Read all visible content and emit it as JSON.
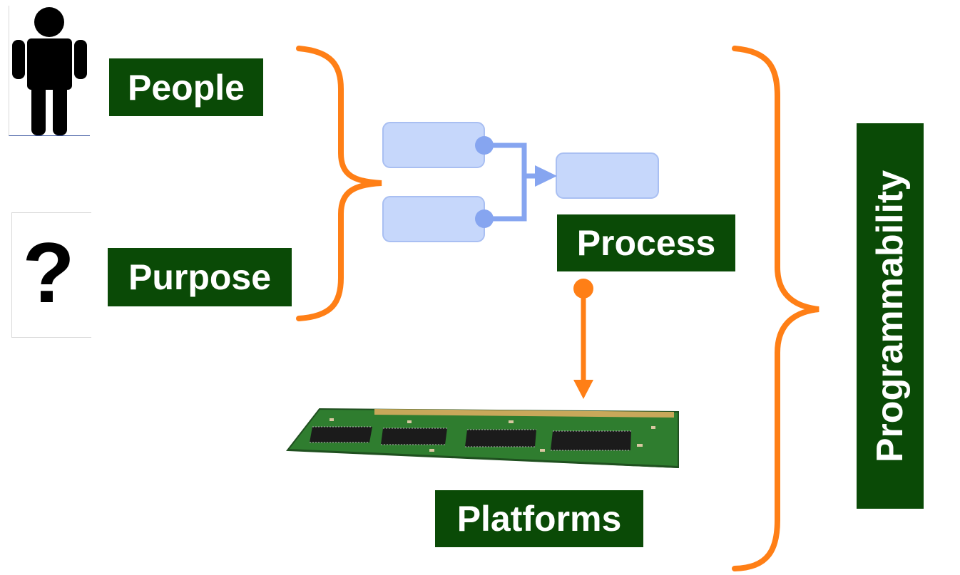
{
  "labels": {
    "people": "People",
    "purpose": "Purpose",
    "process": "Process",
    "platforms": "Platforms",
    "programmability": "Programmability"
  },
  "icons": {
    "person": "person-icon",
    "question": "question-mark-icon",
    "process_diagram": "process-flow-diagram",
    "memory_module": "memory-module-icon"
  },
  "glyphs": {
    "question_mark": "?"
  },
  "colors": {
    "label_background": "#0a4a06",
    "label_text": "#ffffff",
    "bracket": "#ff7f16",
    "process_box_fill": "#c6d7fb",
    "process_box_stroke": "#a9bff2",
    "process_connector": "#86a5f0",
    "circuit_board": "#2f7d2f",
    "chip": "#1b1b1b",
    "gold_contacts": "#c8a85a"
  }
}
